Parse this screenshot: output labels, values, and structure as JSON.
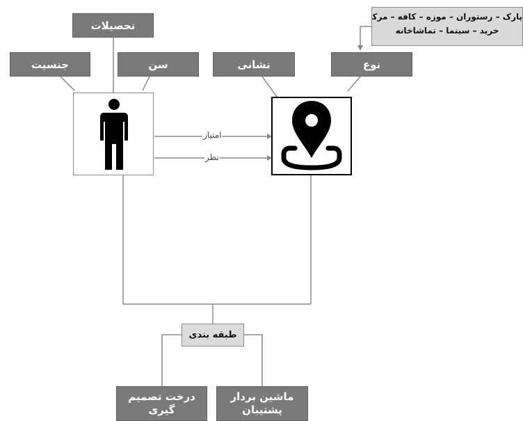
{
  "person_attributes": {
    "education": "تحصیلات",
    "gender": "جنسیت",
    "age": "سن"
  },
  "place_attributes": {
    "address": "نشانی",
    "type": "نوع",
    "type_values_line1": "پارک – رستوران – موزه – کافه – مرکز",
    "type_values_line2": "خرید – سینما – تماشاخانه"
  },
  "edges": {
    "rating": "امتیاز",
    "comment": "نظر"
  },
  "classification": {
    "label": "طبقه بندی",
    "methods": {
      "decision_tree_line1": "درخت تصمیم",
      "decision_tree_line2": "گیری",
      "svm_line1": "ماشین بردار",
      "svm_line2": "پشتیبان"
    }
  },
  "colors": {
    "dark_box": "#7a7a7a",
    "light_box": "#dcdcdc",
    "connector": "#8a8a8a",
    "icon": "#000000"
  },
  "icons": [
    "person-icon",
    "location-pin-icon"
  ]
}
